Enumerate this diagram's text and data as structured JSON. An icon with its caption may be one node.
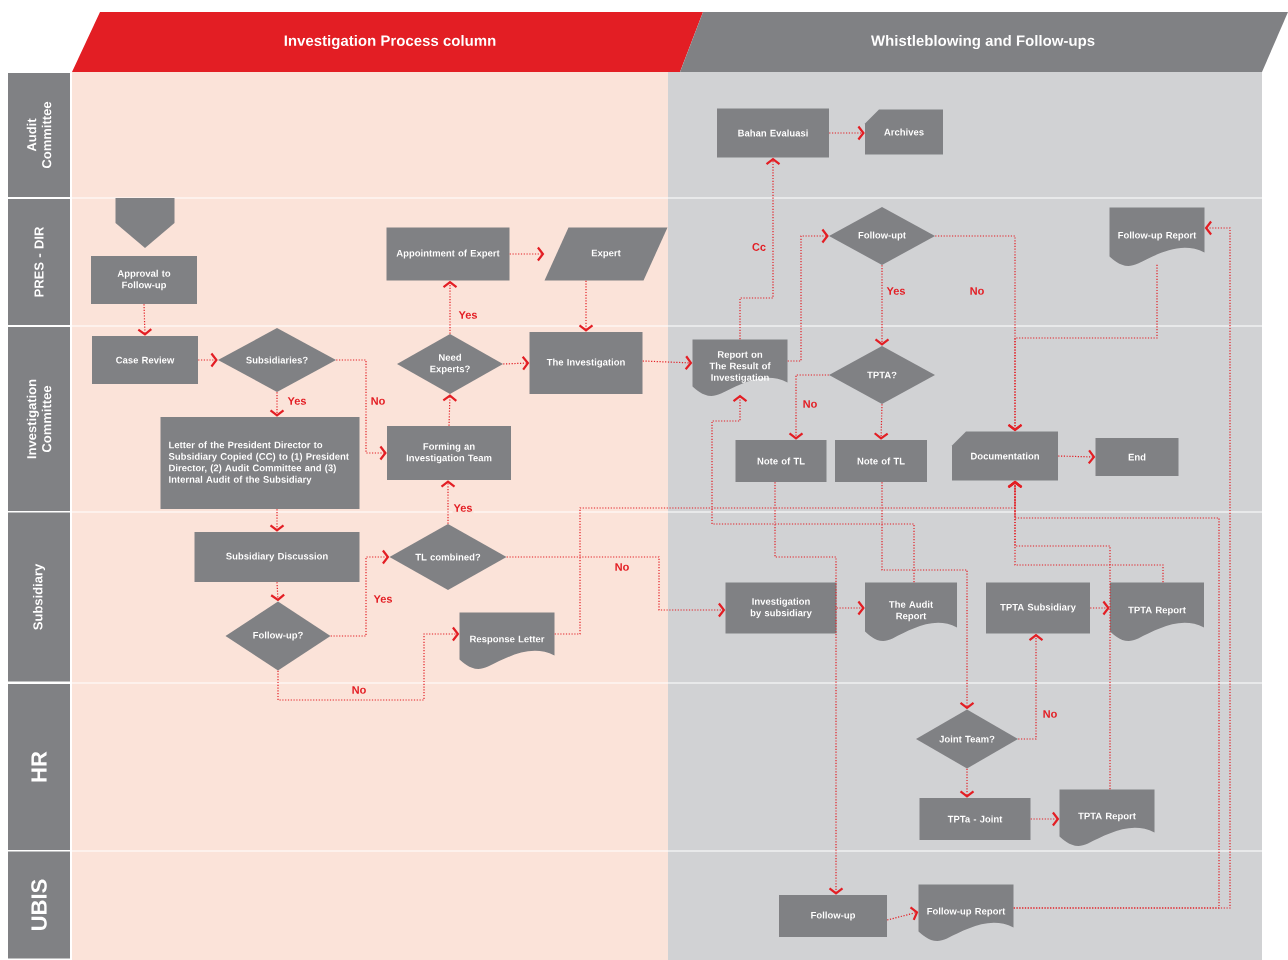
{
  "diagram": {
    "nodes": [
      {
        "text": [
          "Investigation Process column"
        ]
      },
      {
        "text": [
          "Whistleblowing and Follow-ups"
        ]
      },
      {
        "text": [
          "Audit Committee"
        ]
      },
      {
        "text": [
          "PRES - DIR"
        ]
      },
      {
        "text": [
          "Investigation Committee"
        ]
      },
      {
        "text": [
          "Subsidiary"
        ]
      },
      {
        "text": [
          "HR"
        ]
      },
      {
        "text": [
          "UBIS"
        ]
      },
      {
        "text": [],
        "shape": "pentagon"
      },
      {
        "text": [
          "Bahan Evaluasi"
        ]
      },
      {
        "text": [
          "Archives"
        ]
      },
      {
        "text": [
          "Approval to Follow-up"
        ]
      },
      {
        "text": [
          "Appointment of Expert"
        ]
      },
      {
        "text": [
          "Expert"
        ]
      },
      {
        "text": [
          "Follow-upt"
        ]
      },
      {
        "text": [
          "Follow-up Report"
        ]
      },
      {
        "text": [
          "Case Review"
        ]
      },
      {
        "text": [
          "Subsidiaries?"
        ]
      },
      {
        "text": [
          "Need Experts?"
        ]
      },
      {
        "text": [
          "The Investigation"
        ]
      },
      {
        "text": [
          "Report on The Result of Investigation"
        ]
      },
      {
        "text": [
          "TPTA?"
        ]
      },
      {
        "text": [
          "Letter of the President Director to Subsidiary Copied (CC) to (1) President Director, (2) Audit Committee and (3) Internal Audit of the Subsidiary"
        ]
      },
      {
        "text": [
          "Forming an Investigation Team"
        ]
      },
      {
        "text": [
          "Note of TL"
        ]
      },
      {
        "text": [
          "Note of TL"
        ]
      },
      {
        "text": [
          "Documentation"
        ]
      },
      {
        "text": [
          "End"
        ]
      },
      {
        "text": [
          "Subsidiary Discussion"
        ]
      },
      {
        "text": [
          "TL combined?"
        ]
      },
      {
        "text": [
          "Follow-up?"
        ]
      },
      {
        "text": [
          "Response Letter"
        ]
      },
      {
        "text": [
          "Investigation by subsidiary"
        ]
      },
      {
        "text": [
          "The Audit Report"
        ]
      },
      {
        "text": [
          "TPTA Subsidiary"
        ]
      },
      {
        "text": [
          "TPTA Report"
        ]
      },
      {
        "text": [
          "Joint Team?"
        ]
      },
      {
        "text": [
          "TPTa - Joint"
        ]
      },
      {
        "text": [
          "TPTA Report"
        ]
      },
      {
        "text": [
          "Follow-up"
        ]
      },
      {
        "text": [
          "Follow-up Report"
        ]
      }
    ],
    "edges": [
      {
        "from": 11,
        "to": 16,
        "arrow": "to"
      },
      {
        "from": 16,
        "to": 17,
        "arrow": "to"
      },
      {
        "from": 17,
        "to": 22,
        "arrow": "to",
        "label": "Yes"
      },
      {
        "from": 17,
        "to": 23,
        "arrow": "to",
        "label": "No"
      },
      {
        "from": 18,
        "to": 12,
        "arrow": "to",
        "label": "Yes"
      },
      {
        "from": 12,
        "to": 13,
        "arrow": "to"
      },
      {
        "from": 13,
        "to": 19,
        "arrow": "to"
      },
      {
        "from": 18,
        "to": 19,
        "arrow": "to"
      },
      {
        "from": 23,
        "to": 18,
        "arrow": "to"
      },
      {
        "from": 29,
        "to": 23,
        "arrow": "to",
        "label": "Yes"
      },
      {
        "from": 22,
        "to": 28,
        "arrow": "to"
      },
      {
        "from": 28,
        "to": 30,
        "arrow": "to"
      },
      {
        "from": 30,
        "to": 29,
        "arrow": "to",
        "label": "Yes"
      },
      {
        "from": 30,
        "to": 31,
        "arrow": "to",
        "label": "No"
      },
      {
        "from": 29,
        "to": 32,
        "arrow": "to",
        "label": "No"
      },
      {
        "from": 31,
        "to": 26,
        "arrow": "to"
      },
      {
        "from": 19,
        "to": 20,
        "arrow": "to"
      },
      {
        "from": 20,
        "to": 9,
        "arrow": "to",
        "label": "Cc"
      },
      {
        "from": 20,
        "to": 14,
        "arrow": "to"
      },
      {
        "from": 9,
        "to": 10,
        "arrow": "to"
      },
      {
        "from": 14,
        "to": 21,
        "arrow": "to",
        "label": "Yes"
      },
      {
        "from": 14,
        "to": 26,
        "arrow": "to",
        "label": "No"
      },
      {
        "from": 15,
        "to": 26,
        "arrow": "to"
      },
      {
        "from": 21,
        "to": 24,
        "arrow": "to",
        "label": "No"
      },
      {
        "from": 21,
        "to": 25,
        "arrow": "to"
      },
      {
        "from": 26,
        "to": 27,
        "arrow": "to"
      },
      {
        "from": 24,
        "to": 39,
        "arrow": "to"
      },
      {
        "from": 25,
        "to": 36,
        "arrow": "to"
      },
      {
        "from": 33,
        "to": 20,
        "arrow": "to"
      },
      {
        "from": 36,
        "to": 34,
        "arrow": "to",
        "label": "No"
      },
      {
        "from": 36,
        "to": 37,
        "arrow": "to"
      },
      {
        "from": 37,
        "to": 38,
        "arrow": "to"
      },
      {
        "from": 38,
        "to": 26,
        "arrow": "to"
      },
      {
        "from": 35,
        "to": 26,
        "arrow": "to"
      },
      {
        "from": 40,
        "to": 26,
        "arrow": "to"
      },
      {
        "from": 40,
        "to": 15,
        "arrow": "to"
      },
      {
        "from": 32,
        "to": 33,
        "arrow": "to"
      },
      {
        "from": 34,
        "to": 35,
        "arrow": "to"
      },
      {
        "from": 39,
        "to": 40,
        "arrow": "to"
      }
    ]
  }
}
